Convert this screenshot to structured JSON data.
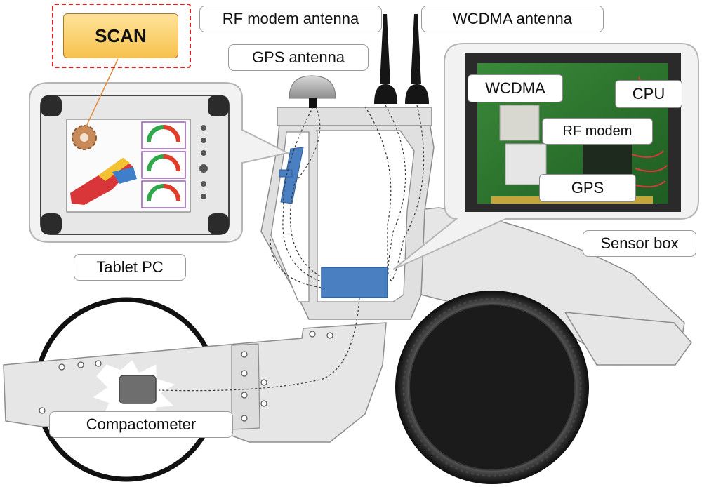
{
  "tablet_button": {
    "label": "SCAN"
  },
  "labels": {
    "rf_modem_antenna": "RF modem antenna",
    "wcdma_antenna": "WCDMA antenna",
    "gps_antenna": "GPS antenna",
    "tablet_pc": "Tablet PC",
    "sensor_box": "Sensor box",
    "compactometer": "Compactometer"
  },
  "sensor_box_parts": {
    "wcdma": "WCDMA",
    "cpu": "CPU",
    "rf_modem": "RF modem",
    "gps": "GPS"
  },
  "colors": {
    "body_fill": "#e6e6e6",
    "body_stroke": "#8c8c8c",
    "module_blue": "#4a7fc1",
    "drum_outline": "#111111",
    "tire": "#1f1f1f",
    "highlight_red": "#dd2222",
    "button_yellow": "#f6c24d"
  }
}
